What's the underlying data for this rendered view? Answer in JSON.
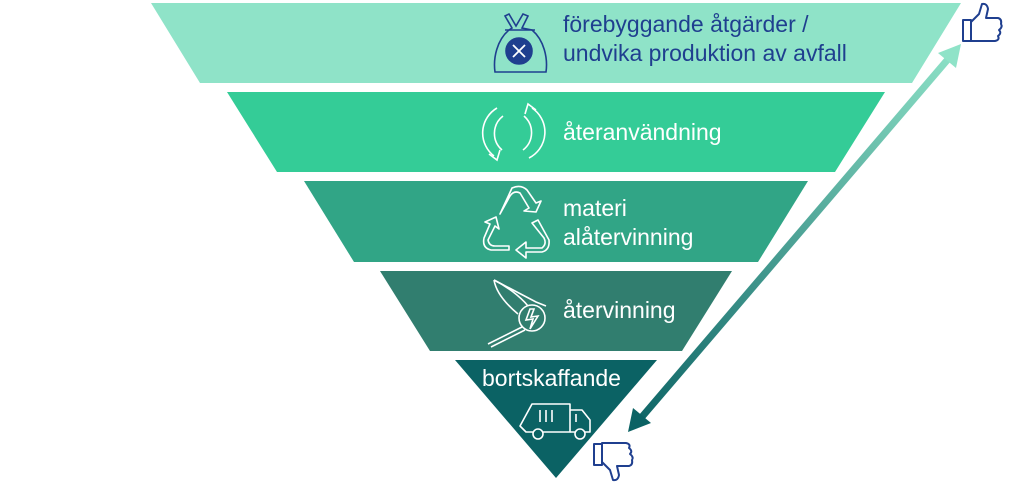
{
  "levels": [
    {
      "label_lines": [
        "förebyggande åtgärder /",
        "undvika produktion av avfall"
      ],
      "icon": "garbage-bag-x-icon",
      "fill": "#8fe3c8",
      "text_color": "#1f3f8f"
    },
    {
      "label_lines": [
        "återanvändning"
      ],
      "icon": "reuse-circular-arrows-icon",
      "fill": "#34cc97",
      "text_color": "#ffffff"
    },
    {
      "label_lines": [
        "materi",
        "alåtervinning"
      ],
      "icon": "recycling-symbol-icon",
      "fill": "#31a586",
      "text_color": "#ffffff"
    },
    {
      "label_lines": [
        "återvinning"
      ],
      "icon": "energy-recovery-net-icon",
      "fill": "#317e6f",
      "text_color": "#ffffff"
    },
    {
      "label_lines": [
        "bortskaffande"
      ],
      "icon": "garbage-truck-icon",
      "fill": "#0b6264",
      "text_color": "#ffffff"
    }
  ],
  "colors": {
    "icon_blue": "#1f3f8f",
    "arrow_top": "#8fe3c8",
    "arrow_bottom": "#0b6264"
  },
  "icons": {
    "top": "thumbs-up-icon",
    "bottom": "thumbs-down-icon"
  }
}
